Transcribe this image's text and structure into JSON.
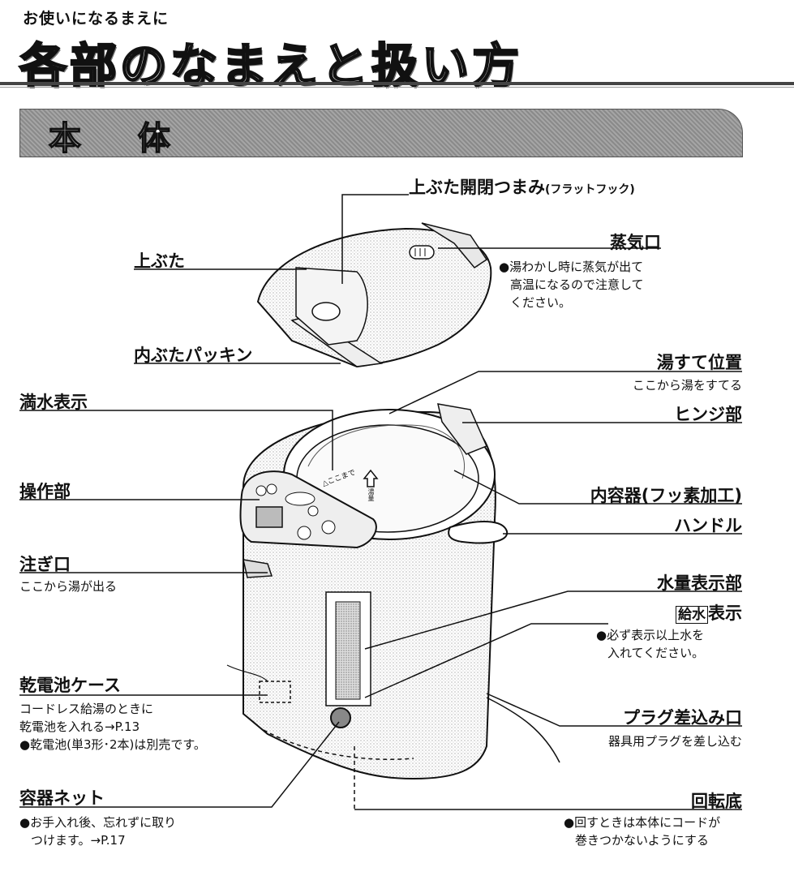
{
  "header": {
    "subtitle": "お使いになるまえに",
    "title": "各部のなまえと扱い方"
  },
  "section": {
    "title": "本 体"
  },
  "parts": {
    "lid_knob": {
      "label": "上ぶた開閉つまみ",
      "sub": "(フラットフック)"
    },
    "steam_vent": {
      "label": "蒸気口",
      "note_1": "●湯わかし時に蒸気が出て",
      "note_2": "高温になるので注意して",
      "note_3": "ください。"
    },
    "lid": {
      "label": "上ぶた"
    },
    "inner_packing": {
      "label": "内ぶたパッキン"
    },
    "drain": {
      "label": "湯すて位置",
      "note": "ここから湯をすてる"
    },
    "full_mark": {
      "label": "満水表示"
    },
    "hinge": {
      "label": "ヒンジ部"
    },
    "control": {
      "label": "操作部"
    },
    "inner_container": {
      "label": "内容器(フッ素加工)"
    },
    "handle": {
      "label": "ハンドル"
    },
    "spout": {
      "label": "注ぎ口",
      "note": "ここから湯が出る"
    },
    "water_gauge": {
      "label": "水量表示部"
    },
    "refill": {
      "box": "給水",
      "label": "表示",
      "note_1": "●必ず表示以上水を",
      "note_2": "入れてください。"
    },
    "battery": {
      "label": "乾電池ケース",
      "note_1": "コードレス給湯のときに",
      "note_2": "乾電池を入れる→P.13",
      "note_3": "●乾電池(単3形･2本)は別売です。"
    },
    "plug": {
      "label": "プラグ差込み口",
      "note": "器具用プラグを差し込む"
    },
    "net": {
      "label": "容器ネット",
      "note_1": "●お手入れ後、忘れずに取り",
      "note_2": "つけます。→P.17"
    },
    "base": {
      "label": "回転底",
      "note_1": "●回すときは本体にコードが",
      "note_2": "巻きつかないようにする"
    }
  },
  "diagram": {
    "inner_marks": "△ここまで",
    "fill_arrow_text": "湯量"
  }
}
